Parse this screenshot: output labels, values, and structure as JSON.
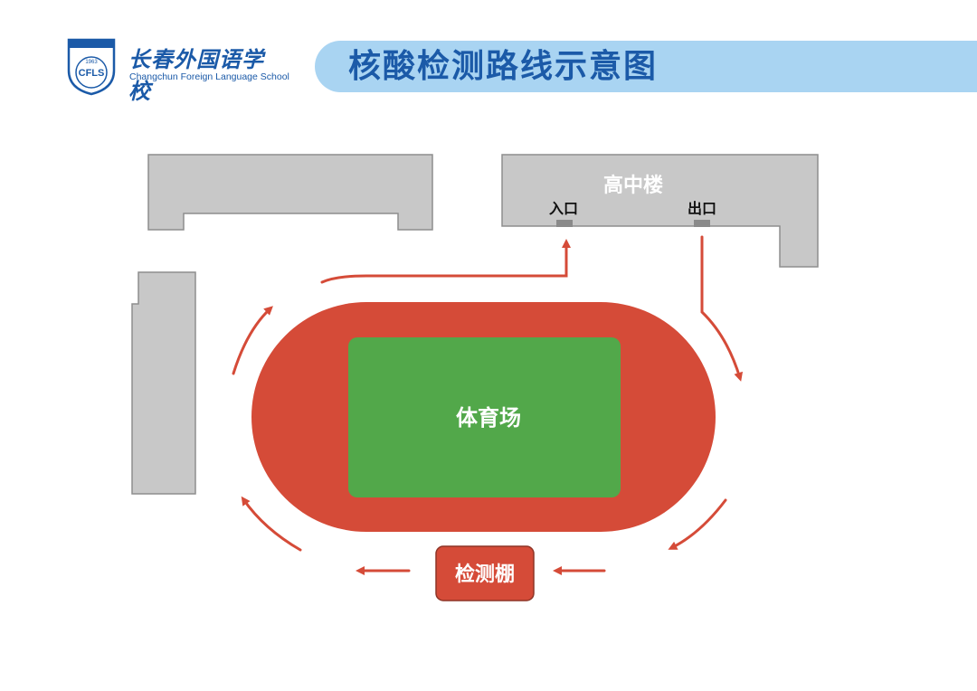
{
  "header": {
    "title": "核酸检测路线示意图"
  },
  "logo": {
    "school_name_cn": "长春外国语学校",
    "school_name_en": "Changchun Foreign Language School",
    "emblem_text": "CFLS",
    "emblem_year": "1963"
  },
  "map": {
    "high_school_building": "高中楼",
    "entrance": "入口",
    "exit": "出口",
    "stadium": "体育场",
    "testing_tent": "检测棚"
  },
  "colors": {
    "header_bar": "#a9d4f2",
    "header_text": "#1b5aa8",
    "building_fill": "#c8c8c8",
    "building_stroke": "#8e8e8e",
    "track": "#d54b38",
    "field": "#52a84a",
    "arrow": "#d54b38",
    "tent_fill": "#d54b38"
  }
}
